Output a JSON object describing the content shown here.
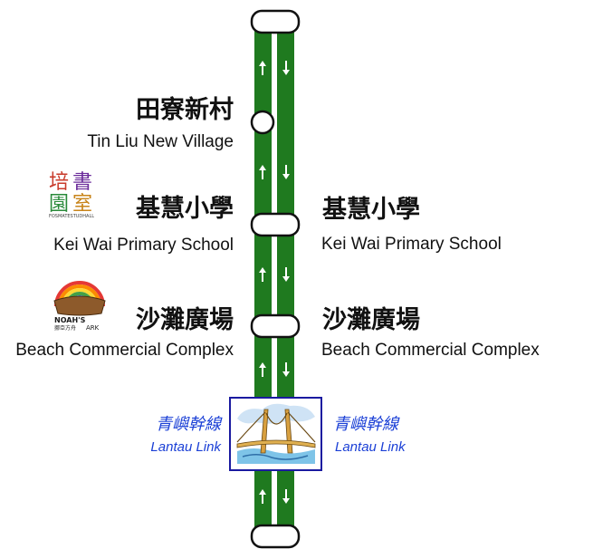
{
  "stops": [
    {
      "zh": "田寮新村",
      "en": "Tin Liu New Village"
    },
    {
      "zh": "基慧小學",
      "en": "Kei Wai Primary School"
    },
    {
      "zh": "沙灘廣場",
      "en": "Beach Commercial Complex"
    }
  ],
  "right_stops": [
    {
      "zh": "基慧小學",
      "en": "Kei Wai Primary School"
    },
    {
      "zh": "沙灘廣場",
      "en": "Beach Commercial Complex"
    }
  ],
  "link": {
    "zh": "青嶼幹線",
    "en": "Lantau Link"
  },
  "logos": {
    "school_logo": {
      "chars": [
        "培",
        "書",
        "園",
        "室"
      ],
      "sub": "FOSMATESTUDHALL"
    },
    "noah_logo": {
      "text1": "NOAH'S",
      "text2": "挪亞方舟",
      "text3": "ARK"
    }
  },
  "colors": {
    "route": "#1f7a1f",
    "stop_border": "#111111",
    "link_text": "#1a3fd6",
    "link_box": "#1a1aa0"
  },
  "icons": {
    "up_arrow": "up-arrow-icon",
    "down_arrow": "down-arrow-icon",
    "bridge": "bridge-icon"
  }
}
